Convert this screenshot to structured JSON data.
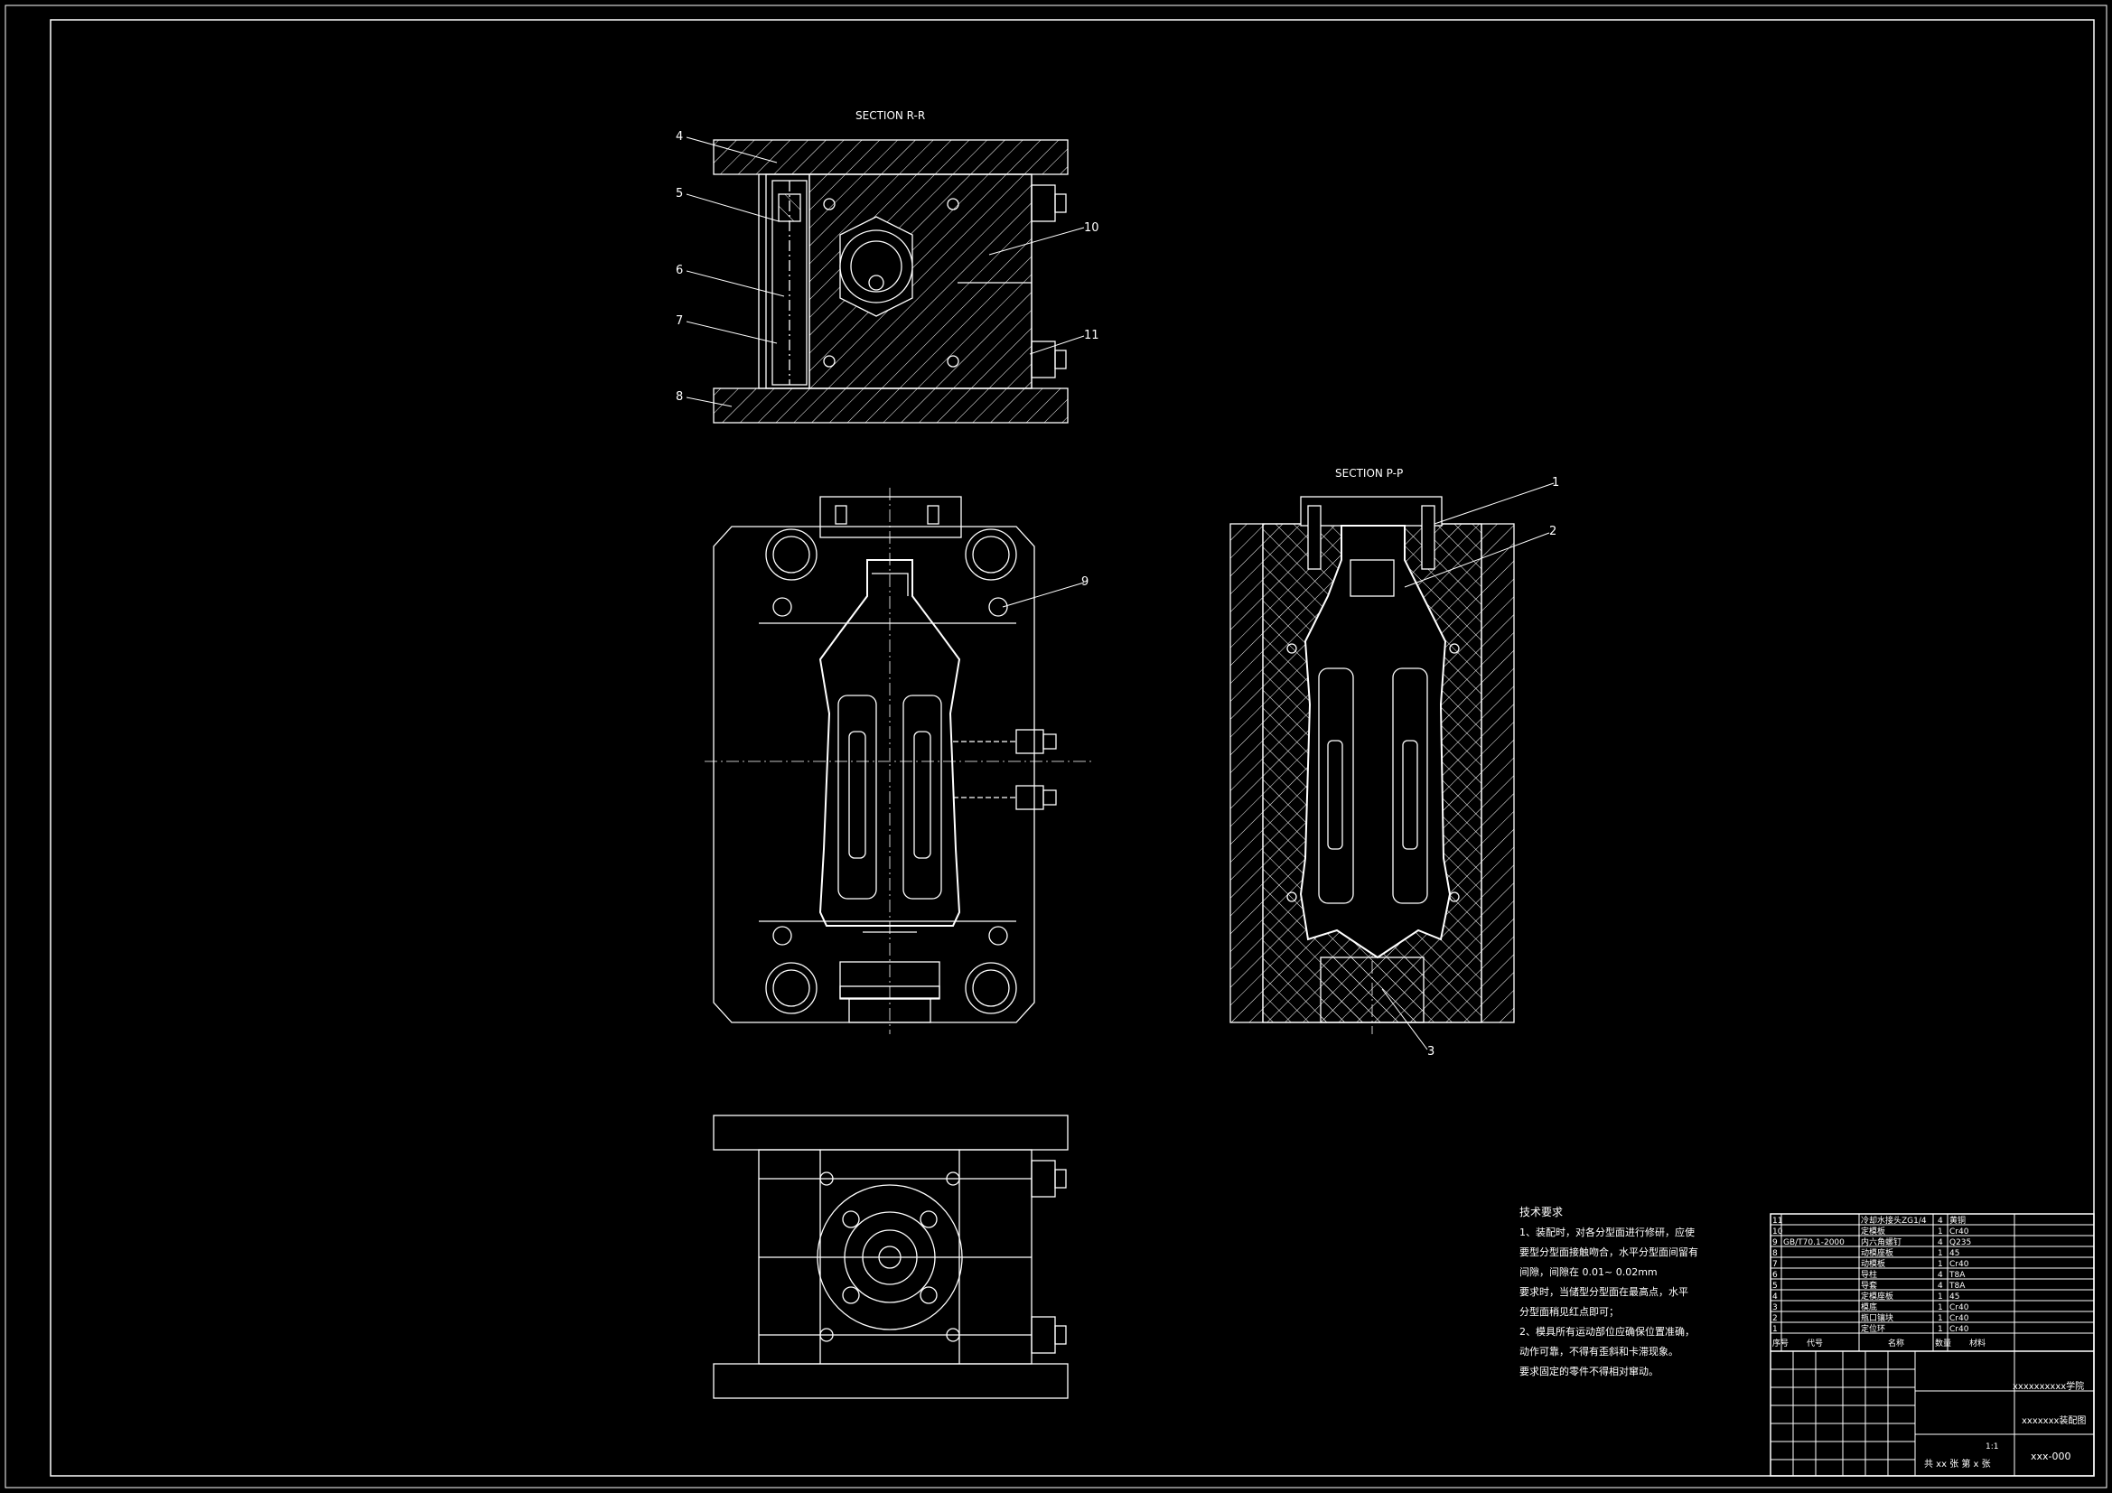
{
  "drawing": {
    "line_color": "#ffffff",
    "background": "#000000",
    "section_r_title": "SECTION R-R",
    "section_p_title": "SECTION P-P",
    "callouts": {
      "c1": "1",
      "c2": "2",
      "c3": "3",
      "c4": "4",
      "c5": "5",
      "c6": "6",
      "c7": "7",
      "c8": "8",
      "c9": "9",
      "c10": "10",
      "c11": "11"
    }
  },
  "tech_requirements": {
    "title": "技术要求",
    "lines": [
      "1、装配时，对各分型面进行修研，应使",
      "要型分型面接触吻合，水平分型面间留有",
      "间隙，间隙在  0.01~ 0.02mm",
      "要求时，当储型分型面在最高点，水平",
      "分型面稍见红点即可；",
      "2、模具所有运动部位应确保位置准确，",
      "动作可靠，不得有歪斜和卡滞现象。",
      "要求固定的零件不得相对窜动。"
    ]
  },
  "bom": {
    "rows": [
      {
        "no": "11",
        "code": "",
        "name": "冷却水接头ZG1/4",
        "qty": "4",
        "material": "黄铜",
        "note": ""
      },
      {
        "no": "10",
        "code": "",
        "name": "定模板",
        "qty": "1",
        "material": "Cr40",
        "note": ""
      },
      {
        "no": "9",
        "code": "GB/T70.1-2000",
        "name": "内六角螺钉",
        "qty": "4",
        "material": "Q235",
        "note": ""
      },
      {
        "no": "8",
        "code": "",
        "name": "动模座板",
        "qty": "1",
        "material": "45",
        "note": ""
      },
      {
        "no": "7",
        "code": "",
        "name": "动模板",
        "qty": "1",
        "material": "Cr40",
        "note": ""
      },
      {
        "no": "6",
        "code": "",
        "name": "导柱",
        "qty": "4",
        "material": "T8A",
        "note": ""
      },
      {
        "no": "5",
        "code": "",
        "name": "导套",
        "qty": "4",
        "material": "T8A",
        "note": ""
      },
      {
        "no": "4",
        "code": "",
        "name": "定模座板",
        "qty": "1",
        "material": "45",
        "note": ""
      },
      {
        "no": "3",
        "code": "",
        "name": "模底",
        "qty": "1",
        "material": "Cr40",
        "note": ""
      },
      {
        "no": "2",
        "code": "",
        "name": "瓶口镶块",
        "qty": "1",
        "material": "Cr40",
        "note": ""
      },
      {
        "no": "1",
        "code": "",
        "name": "定位环",
        "qty": "1",
        "material": "Cr40",
        "note": ""
      }
    ],
    "header": {
      "no": "序号",
      "code": "代号",
      "name": "名称",
      "qty": "数量",
      "material": "材料"
    },
    "school": "xxxxxxxxxx学院",
    "drawing_name": "xxxxxxx装配图",
    "drawing_no": "xxx-000",
    "sheets": "共 xx 张   第 x 张",
    "scale": "1:1"
  }
}
